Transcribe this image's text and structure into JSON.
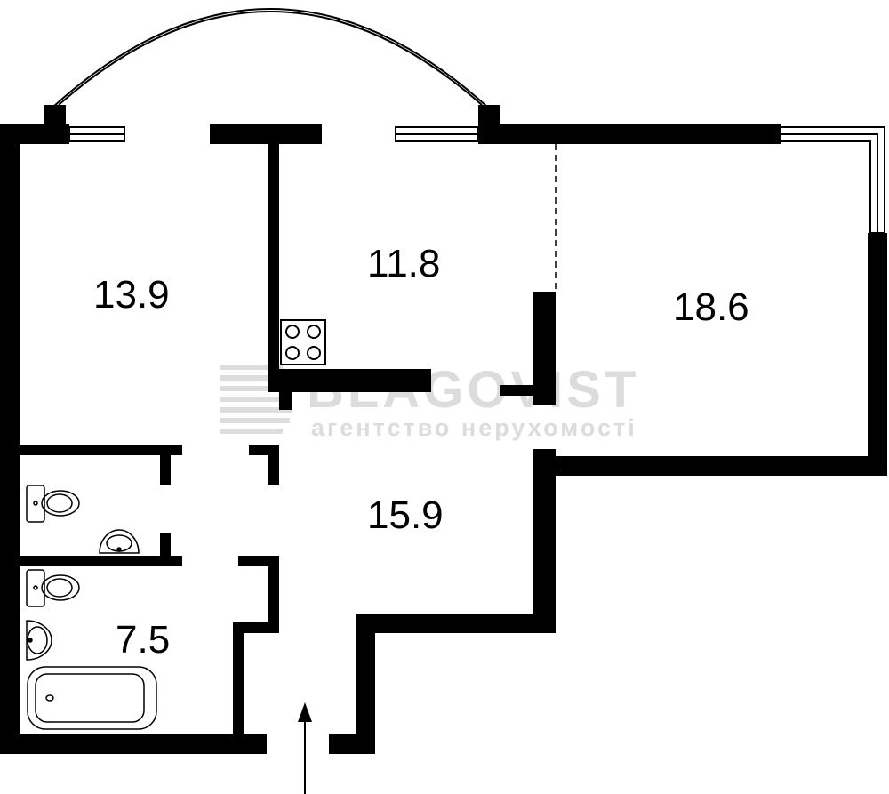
{
  "rooms": [
    {
      "name": "left-room",
      "area": "13.9"
    },
    {
      "name": "kitchen",
      "area": "11.8"
    },
    {
      "name": "right-room",
      "area": "18.6"
    },
    {
      "name": "hall",
      "area": "15.9"
    },
    {
      "name": "bathroom",
      "area": "7.5"
    }
  ],
  "watermark": {
    "brand": "BLAGOVIST",
    "tagline": "агентство нерухомості"
  },
  "colors": {
    "wall": "#000000",
    "watermark": "#d4d4d4"
  }
}
